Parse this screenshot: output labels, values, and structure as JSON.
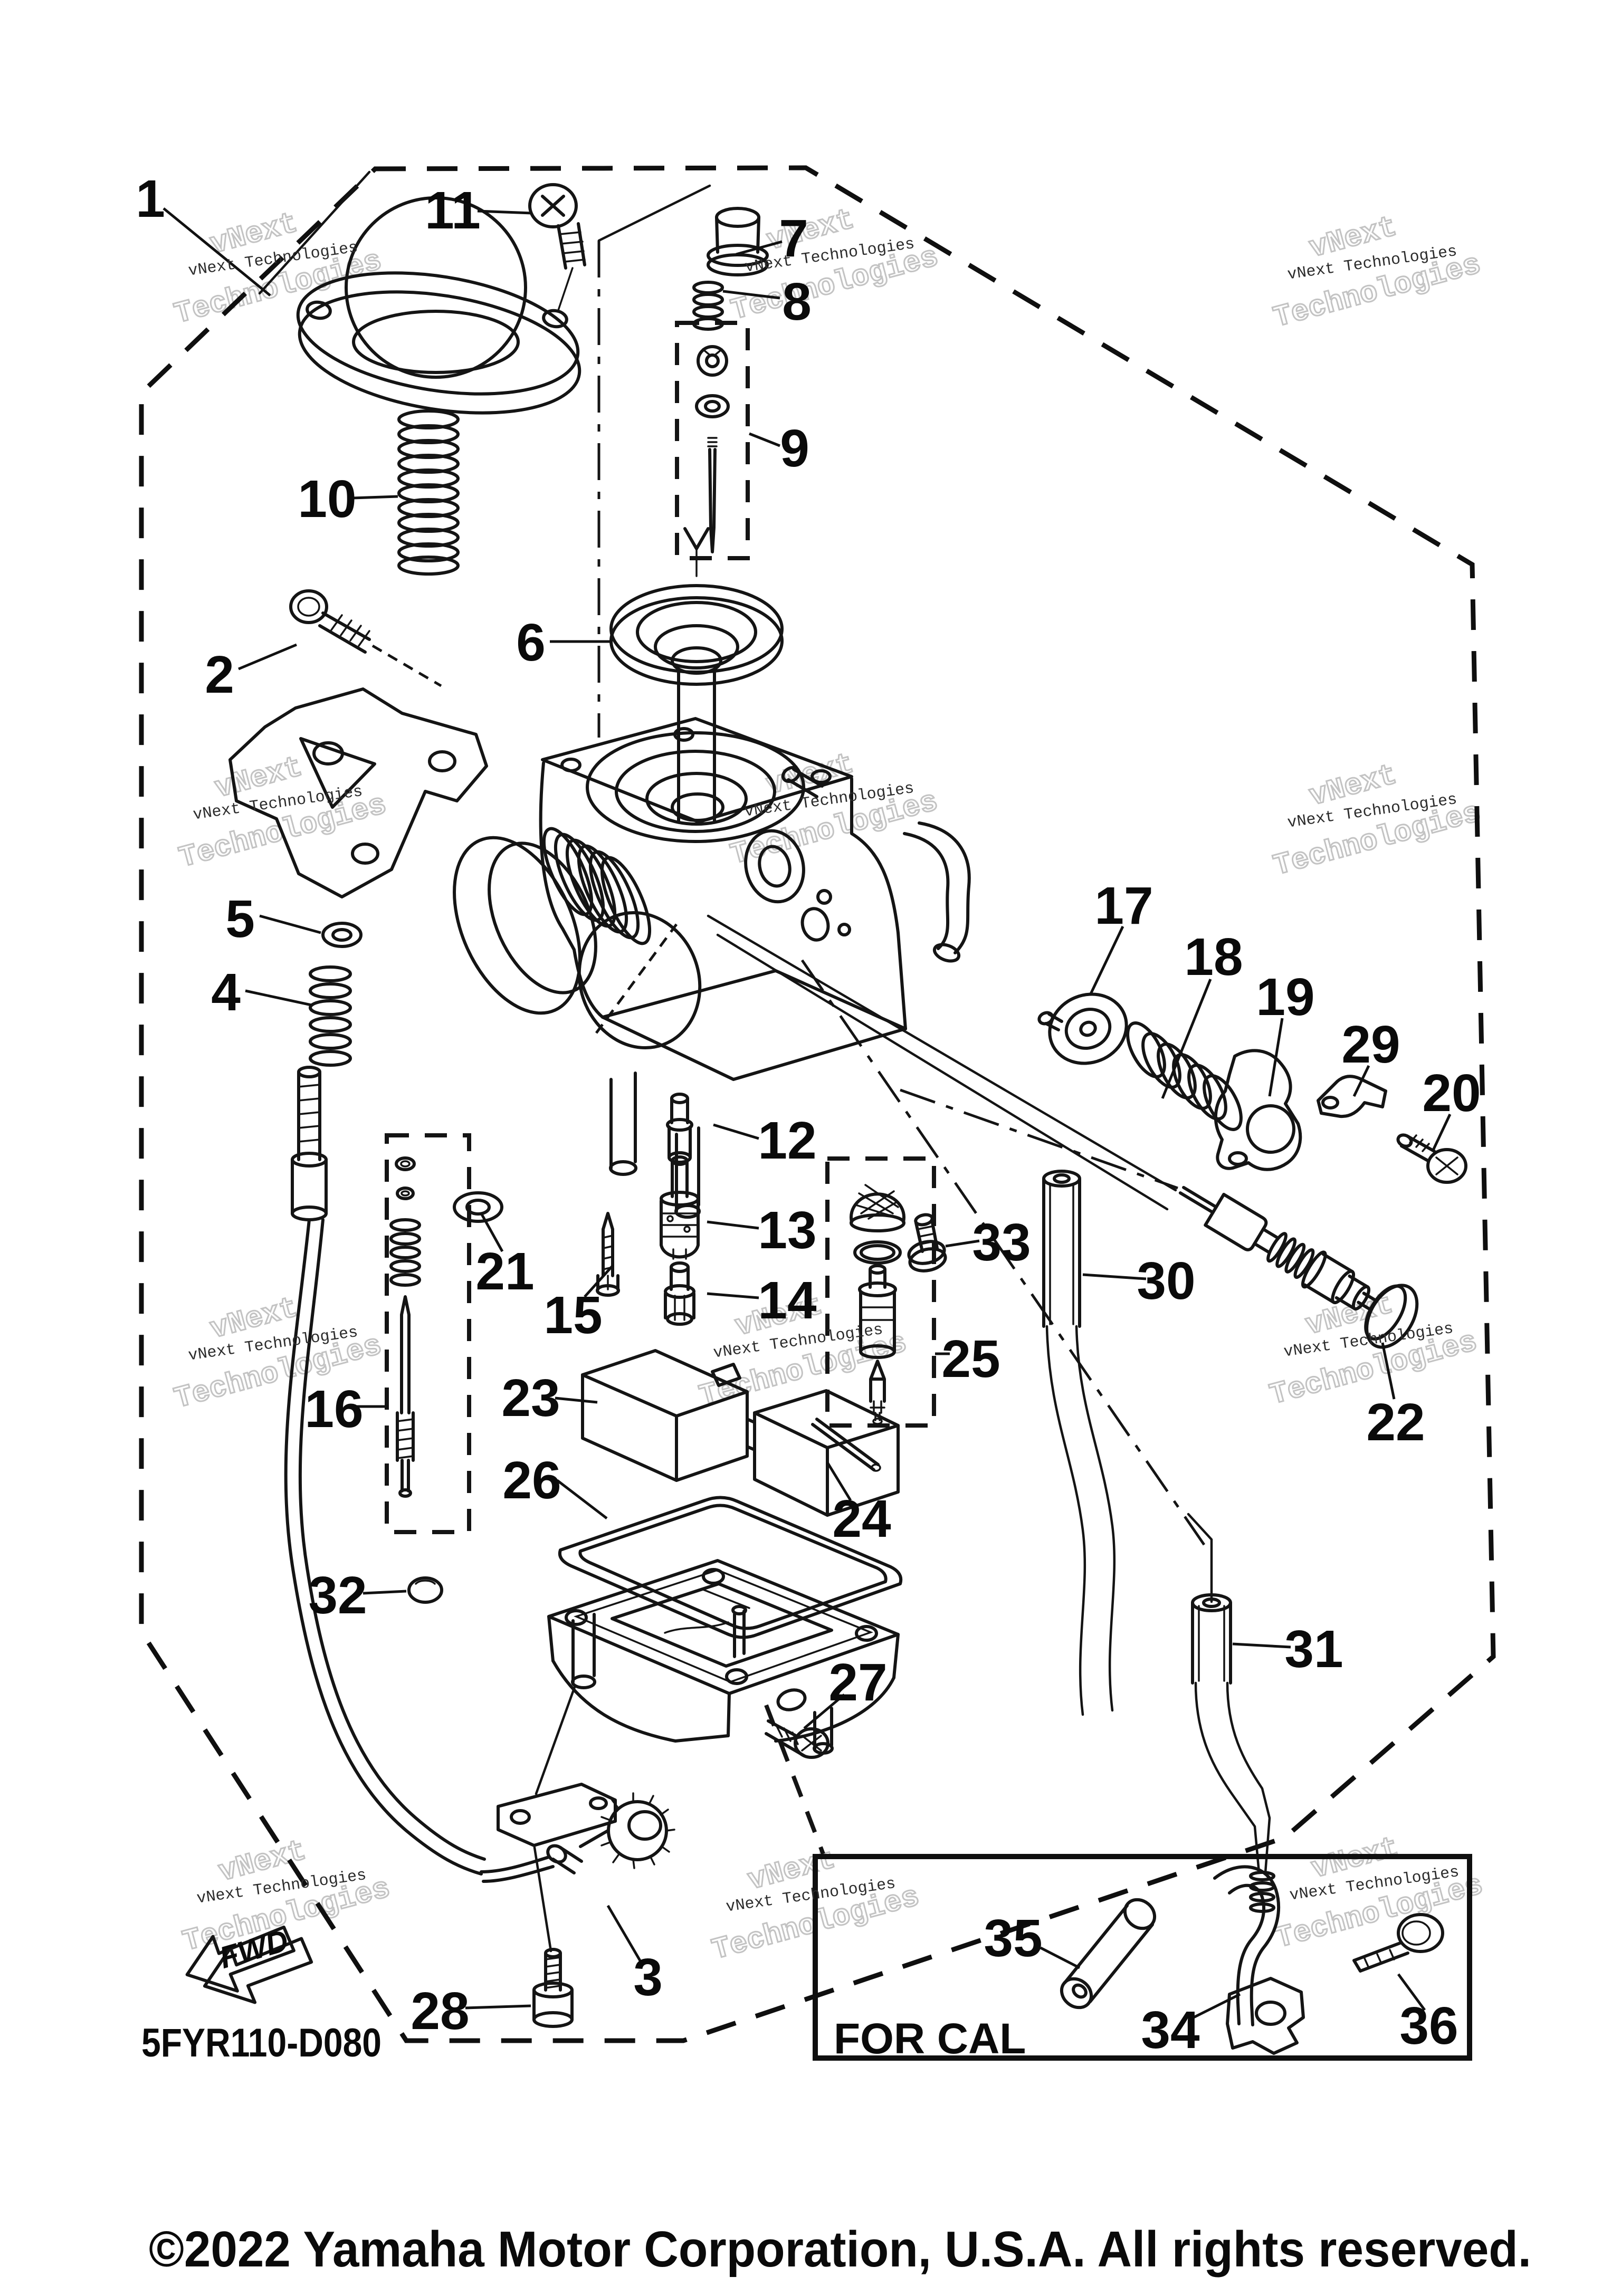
{
  "watermark": {
    "line1": "vNext",
    "line2": "Technologies",
    "small": "vNext Technologies"
  },
  "diagram": {
    "code": "5FYR110-D080",
    "for_cal_label": "FOR CAL",
    "fwd_label": "FWD"
  },
  "footer": {
    "copyright": "©2022 Yamaha Motor Corporation, U.S.A. All rights reserved."
  },
  "labels": [
    {
      "text": "1"
    },
    {
      "text": "2"
    },
    {
      "text": "3"
    },
    {
      "text": "4"
    },
    {
      "text": "5"
    },
    {
      "text": "6"
    },
    {
      "text": "7"
    },
    {
      "text": "8"
    },
    {
      "text": "9"
    },
    {
      "text": "10"
    },
    {
      "text": "11"
    },
    {
      "text": "12"
    },
    {
      "text": "13"
    },
    {
      "text": "14"
    },
    {
      "text": "15"
    },
    {
      "text": "16"
    },
    {
      "text": "17"
    },
    {
      "text": "18"
    },
    {
      "text": "19"
    },
    {
      "text": "20"
    },
    {
      "text": "21"
    },
    {
      "text": "22"
    },
    {
      "text": "23"
    },
    {
      "text": "24"
    },
    {
      "text": "25"
    },
    {
      "text": "26"
    },
    {
      "text": "27"
    },
    {
      "text": "28"
    },
    {
      "text": "29"
    },
    {
      "text": "30"
    },
    {
      "text": "31"
    },
    {
      "text": "32"
    },
    {
      "text": "33"
    },
    {
      "text": "34"
    },
    {
      "text": "35"
    },
    {
      "text": "36"
    }
  ]
}
